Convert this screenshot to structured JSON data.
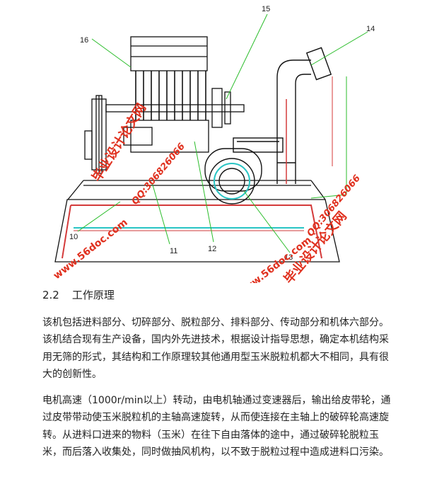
{
  "figure": {
    "part_labels": [
      "15",
      "14",
      "16",
      "10",
      "11",
      "12",
      "13"
    ],
    "watermarks": {
      "site_cn": "毕业设计论文网",
      "site_url": "www.56doc.com",
      "qq": "QQ:306826066"
    },
    "colors": {
      "outline": "#111111",
      "leader": "#2bbd2b",
      "frame_red": "#d43a3a",
      "frame_cyan": "#28c4c4",
      "watermark": "#e0301e"
    }
  },
  "section": {
    "number": "2.2",
    "title": "工作原理"
  },
  "paragraphs": [
    "该机包括进料部分、切碎部分、脱粒部分、排料部分、传动部分和机体六部分。该机结合现有生产设备，国内外先进技术，根据设计指导思想，确定本机结构采用无筛的形式，其结构和工作原理较其他通用型玉米脱粒机都大不相同，具有很大的创新性。",
    "电机高速（1000r/min以上）转动，由电机轴通过变速器后，输出给皮带轮，通过皮带带动使玉米脱粒机的主轴高速旋转，从而使连接在主轴上的破碎轮高速旋转。从进料口进来的物料（玉米）在往下自由落体的途中，通过破碎轮脱粒玉米，而后落入收集处，同时做抽风机构，以不致于脱粒过程中造成进料口污染。"
  ]
}
